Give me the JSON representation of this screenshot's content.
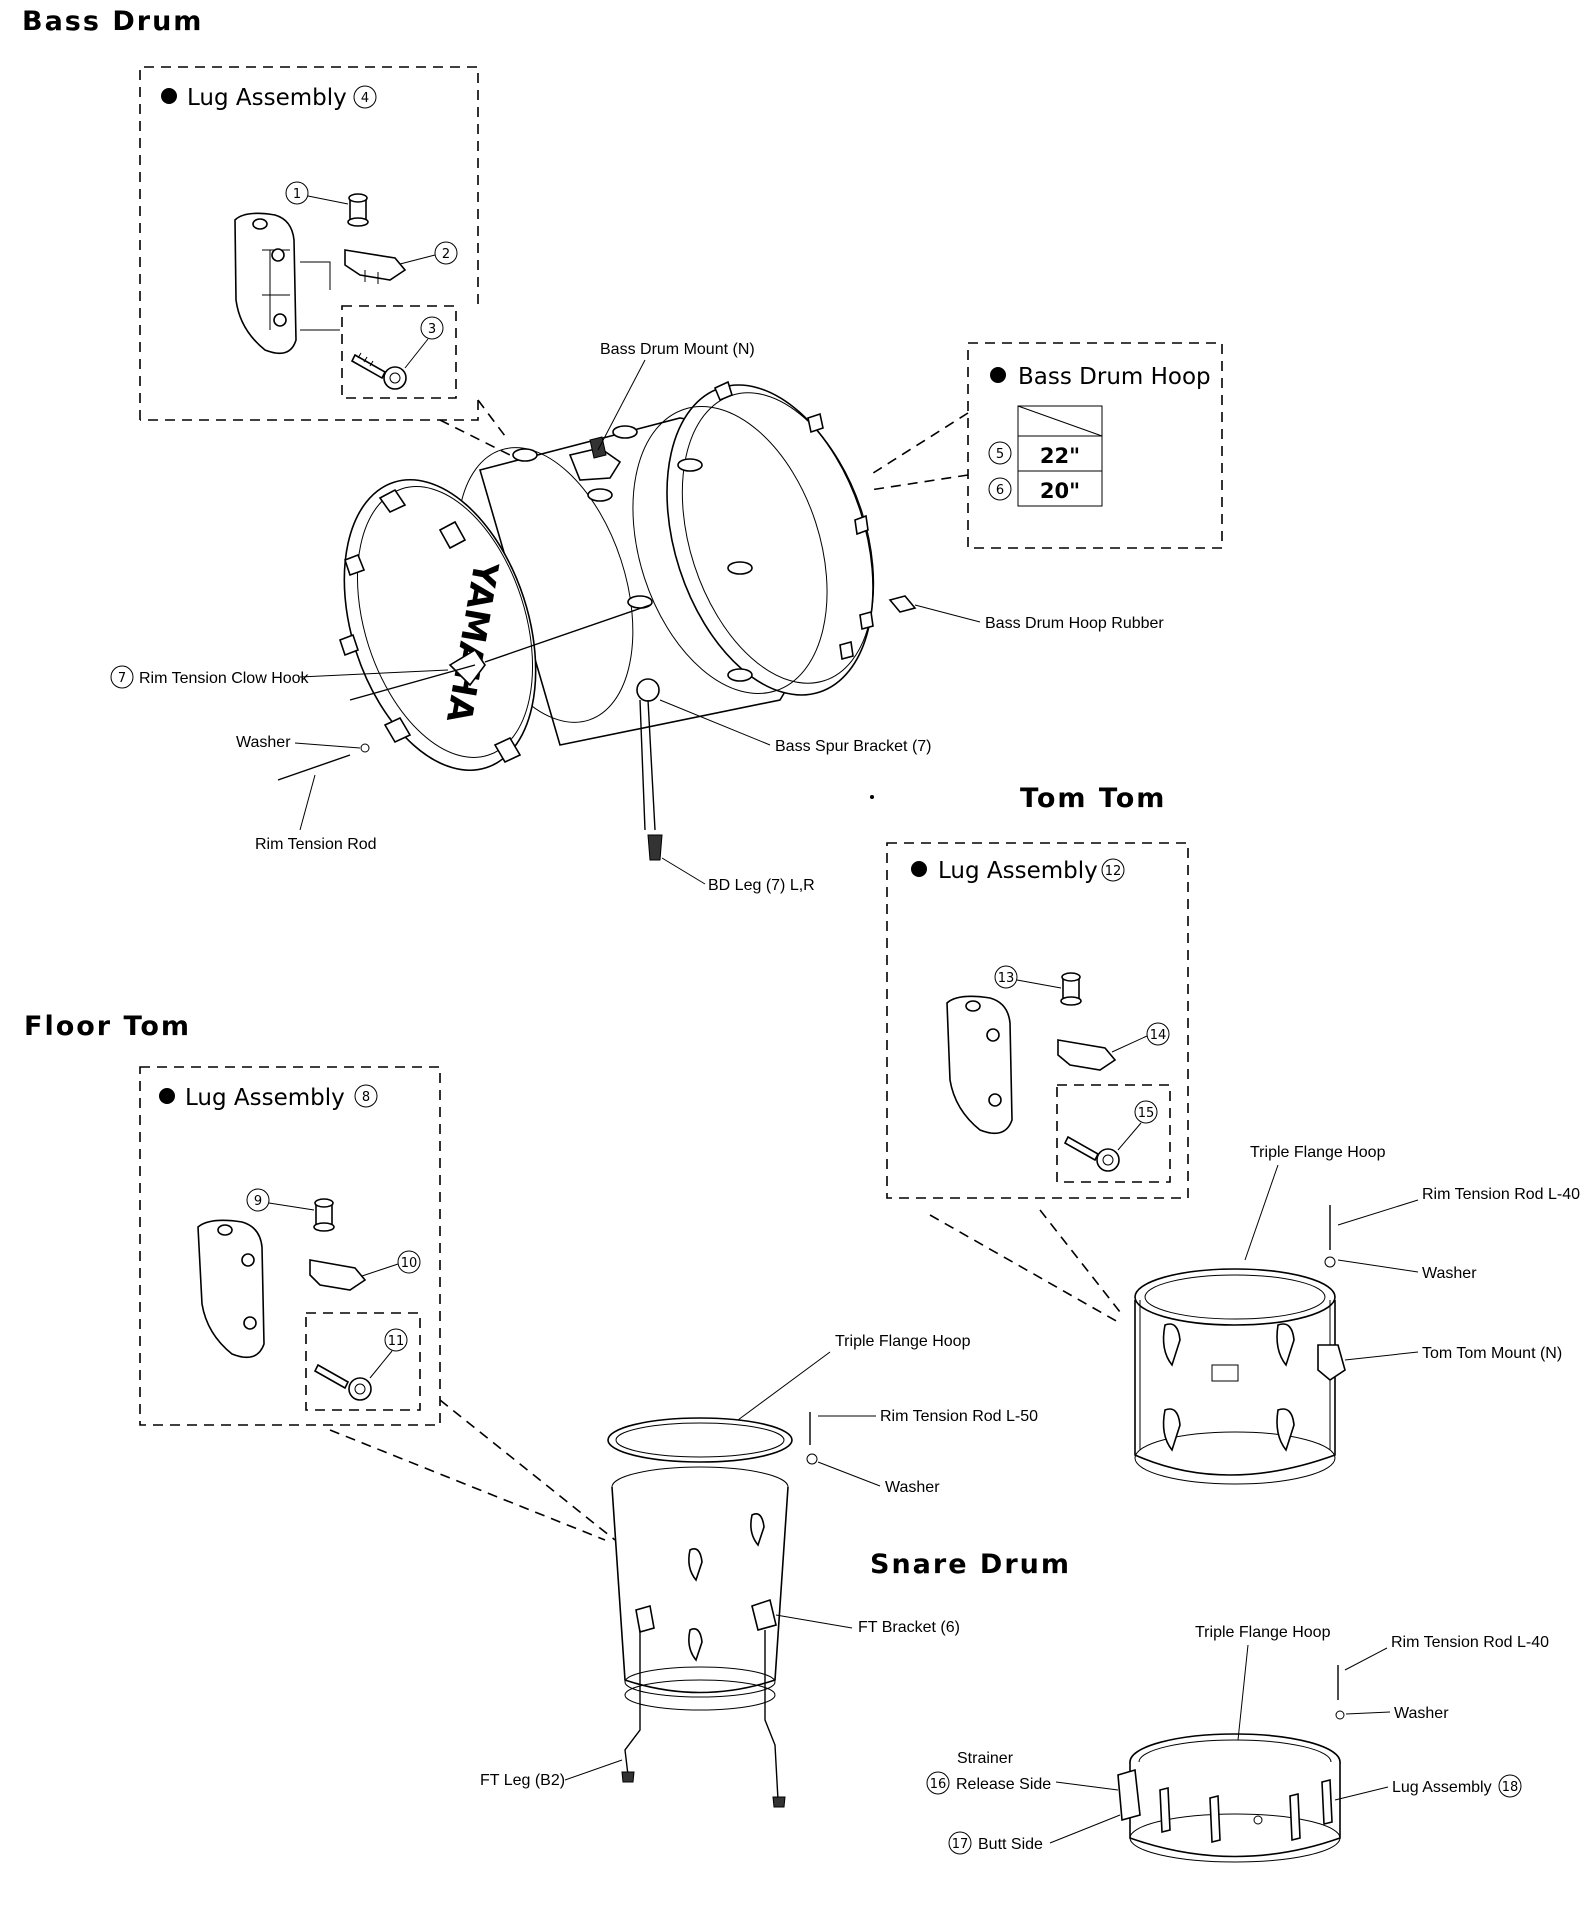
{
  "sections": {
    "bass_drum": "Bass Drum",
    "tom_tom": "Tom Tom",
    "floor_tom": "Floor Tom",
    "snare_drum": "Snare Drum"
  },
  "bass_drum": {
    "lug_box": {
      "title": "Lug Assembly",
      "num": "4",
      "parts": [
        "1",
        "2",
        "3"
      ]
    },
    "hoop_box": {
      "title": "Bass Drum Hoop",
      "sizes": [
        {
          "num": "5",
          "size": "22\""
        },
        {
          "num": "6",
          "size": "20\""
        }
      ]
    },
    "labels": {
      "mount": "Bass Drum Mount (N)",
      "hoop_rubber": "Bass Drum Hoop Rubber",
      "clow_hook_num": "7",
      "clow_hook": "Rim Tension Clow Hook",
      "washer": "Washer",
      "rim_rod": "Rim Tension Rod",
      "spur_bracket": "Bass Spur Bracket (7)",
      "bd_leg": "BD Leg (7) L,R",
      "yamaha": "YAMAHA"
    }
  },
  "tom_tom": {
    "lug_box": {
      "title": "Lug Assembly",
      "num": "12",
      "parts": [
        "13",
        "14",
        "15"
      ]
    },
    "labels": {
      "hoop": "Triple Flange Hoop",
      "rim_rod": "Rim Tension Rod L-40",
      "washer": "Washer",
      "mount": "Tom Tom Mount (N)"
    }
  },
  "floor_tom": {
    "lug_box": {
      "title": "Lug Assembly",
      "num": "8",
      "parts": [
        "9",
        "10",
        "11"
      ]
    },
    "labels": {
      "hoop": "Triple Flange Hoop",
      "rim_rod": "Rim Tension Rod L-50",
      "washer": "Washer",
      "bracket": "FT Bracket (6)",
      "leg": "FT Leg (B2)"
    }
  },
  "snare_drum": {
    "labels": {
      "hoop": "Triple Flange Hoop",
      "rim_rod": "Rim Tension Rod L-40",
      "washer": "Washer",
      "strainer": "Strainer",
      "release_num": "16",
      "release": "Release Side",
      "butt_num": "17",
      "butt": "Butt Side",
      "lug_assembly": "Lug Assembly",
      "lug_num": "18"
    }
  }
}
